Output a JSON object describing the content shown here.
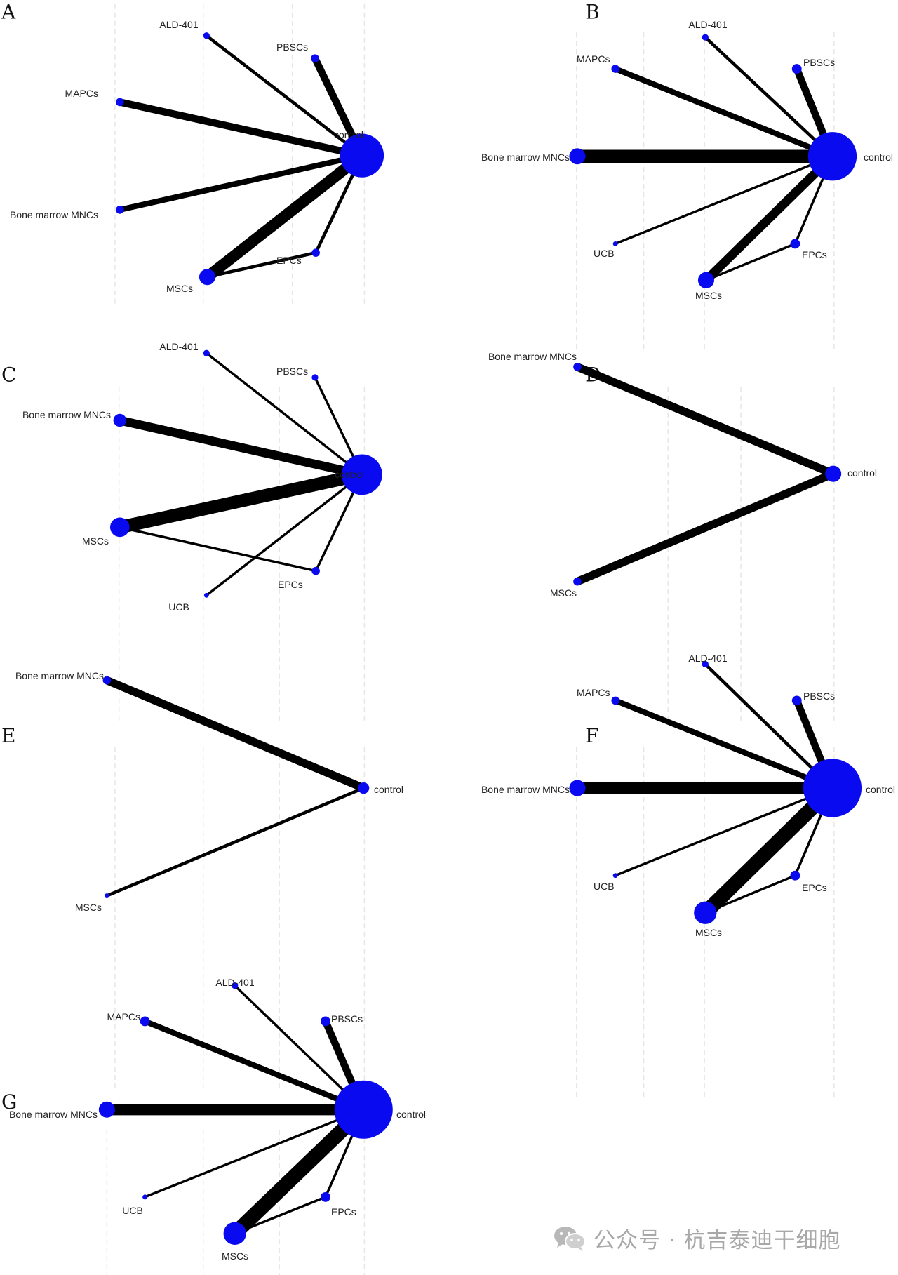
{
  "watermark": {
    "text": "公众号 · 杭吉泰迪干细胞",
    "icon": "wechat-icon"
  },
  "colors": {
    "node": "#0a0af0",
    "edge": "#000000",
    "grid": "#e6e6e6",
    "watermark": "#a8a8a8"
  },
  "chart_data": [
    {
      "type": "network",
      "panel": "A",
      "nodes": [
        "ALD-401",
        "PBSCs",
        "MAPCs",
        "control",
        "Bone marrow MNCs",
        "EPCs",
        "MSCs"
      ],
      "edges": [
        [
          "control",
          "ALD-401"
        ],
        [
          "control",
          "PBSCs"
        ],
        [
          "control",
          "MAPCs"
        ],
        [
          "control",
          "Bone marrow MNCs"
        ],
        [
          "control",
          "MSCs"
        ],
        [
          "control",
          "EPCs"
        ],
        [
          "MSCs",
          "EPCs"
        ]
      ]
    },
    {
      "type": "network",
      "panel": "B",
      "nodes": [
        "ALD-401",
        "MAPCs",
        "PBSCs",
        "Bone marrow MNCs",
        "control",
        "UCB",
        "EPCs",
        "MSCs"
      ],
      "edges": [
        [
          "control",
          "ALD-401"
        ],
        [
          "control",
          "MAPCs"
        ],
        [
          "control",
          "PBSCs"
        ],
        [
          "control",
          "Bone marrow MNCs"
        ],
        [
          "control",
          "UCB"
        ],
        [
          "control",
          "MSCs"
        ],
        [
          "control",
          "EPCs"
        ],
        [
          "MSCs",
          "EPCs"
        ]
      ]
    },
    {
      "type": "network",
      "panel": "C",
      "nodes": [
        "ALD-401",
        "PBSCs",
        "Bone marrow MNCs",
        "control",
        "MSCs",
        "EPCs",
        "UCB"
      ],
      "edges": [
        [
          "control",
          "ALD-401"
        ],
        [
          "control",
          "PBSCs"
        ],
        [
          "control",
          "Bone marrow MNCs"
        ],
        [
          "control",
          "MSCs"
        ],
        [
          "control",
          "UCB"
        ],
        [
          "control",
          "EPCs"
        ],
        [
          "MSCs",
          "EPCs"
        ]
      ]
    },
    {
      "type": "network",
      "panel": "D",
      "nodes": [
        "Bone marrow MNCs",
        "control",
        "MSCs"
      ],
      "edges": [
        [
          "control",
          "Bone marrow MNCs"
        ],
        [
          "control",
          "MSCs"
        ]
      ]
    },
    {
      "type": "network",
      "panel": "E",
      "nodes": [
        "Bone marrow MNCs",
        "control",
        "MSCs"
      ],
      "edges": [
        [
          "control",
          "Bone marrow MNCs"
        ],
        [
          "control",
          "MSCs"
        ]
      ]
    },
    {
      "type": "network",
      "panel": "F",
      "nodes": [
        "ALD-401",
        "MAPCs",
        "PBSCs",
        "Bone marrow MNCs",
        "control",
        "UCB",
        "EPCs",
        "MSCs"
      ],
      "edges": [
        [
          "control",
          "ALD-401"
        ],
        [
          "control",
          "MAPCs"
        ],
        [
          "control",
          "PBSCs"
        ],
        [
          "control",
          "Bone marrow MNCs"
        ],
        [
          "control",
          "UCB"
        ],
        [
          "control",
          "MSCs"
        ],
        [
          "control",
          "EPCs"
        ],
        [
          "MSCs",
          "EPCs"
        ]
      ]
    },
    {
      "type": "network",
      "panel": "G",
      "nodes": [
        "ALD-401",
        "MAPCs",
        "PBSCs",
        "Bone marrow MNCs",
        "control",
        "UCB",
        "EPCs",
        "MSCs"
      ],
      "edges": [
        [
          "control",
          "ALD-401"
        ],
        [
          "control",
          "MAPCs"
        ],
        [
          "control",
          "PBSCs"
        ],
        [
          "control",
          "Bone marrow MNCs"
        ],
        [
          "control",
          "UCB"
        ],
        [
          "control",
          "MSCs"
        ],
        [
          "control",
          "EPCs"
        ],
        [
          "MSCs",
          "EPCs"
        ]
      ]
    }
  ]
}
